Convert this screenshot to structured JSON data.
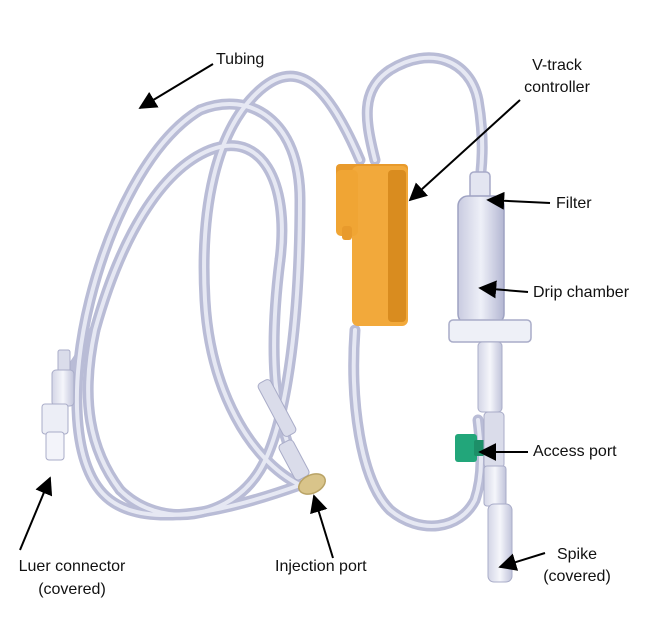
{
  "labels": {
    "tubing": "Tubing",
    "vtrack_1": "V-track",
    "vtrack_2": "controller",
    "filter": "Filter",
    "drip_chamber": "Drip chamber",
    "access_port": "Access port",
    "spike_1": "Spike",
    "spike_2": "(covered)",
    "injection_port": "Injection port",
    "luer_1": "Luer connector",
    "luer_2": "(covered)"
  },
  "colors": {
    "tubing": "#b9bcd6",
    "tubing_highlight": "#e6e8f3",
    "controller": "#f2a93b",
    "controller_shade": "#d98c1f",
    "access_port": "#22a67a",
    "injection_port": "#d9c48a",
    "arrow": "#000000"
  }
}
